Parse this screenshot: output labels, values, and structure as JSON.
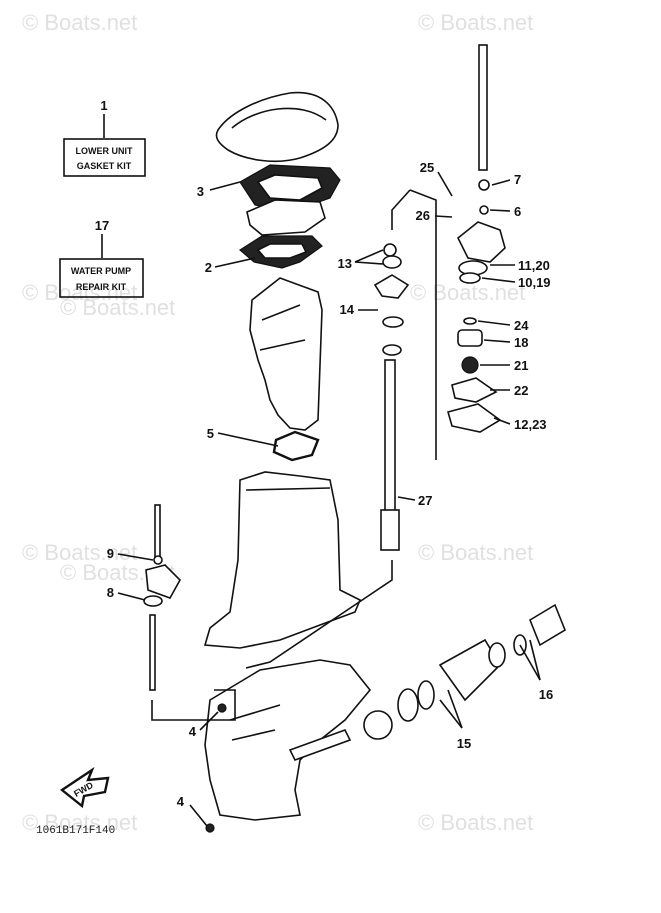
{
  "watermarks": [
    "© Boats.net",
    "© Boats.net",
    "© Boats.net",
    "© Boats.net",
    "© Boats.net",
    "© Boats.net",
    "© Boats.net",
    "© Boats.net",
    "© Boats.net",
    "© Boats.net"
  ],
  "kits": [
    {
      "number": "1",
      "line1": "LOWER UNIT",
      "line2": "GASKET KIT"
    },
    {
      "number": "17",
      "line1": "WATER PUMP",
      "line2": "REPAIR KIT"
    }
  ],
  "callouts": [
    "3",
    "2",
    "5",
    "25",
    "7",
    "26",
    "6",
    "13",
    "11,20",
    "10,19",
    "14",
    "24",
    "18",
    "21",
    "22",
    "12,23",
    "27",
    "9",
    "8",
    "16",
    "15",
    "4",
    "4"
  ],
  "fwd_label": "FWD",
  "diagram_code": "1061B171F140"
}
